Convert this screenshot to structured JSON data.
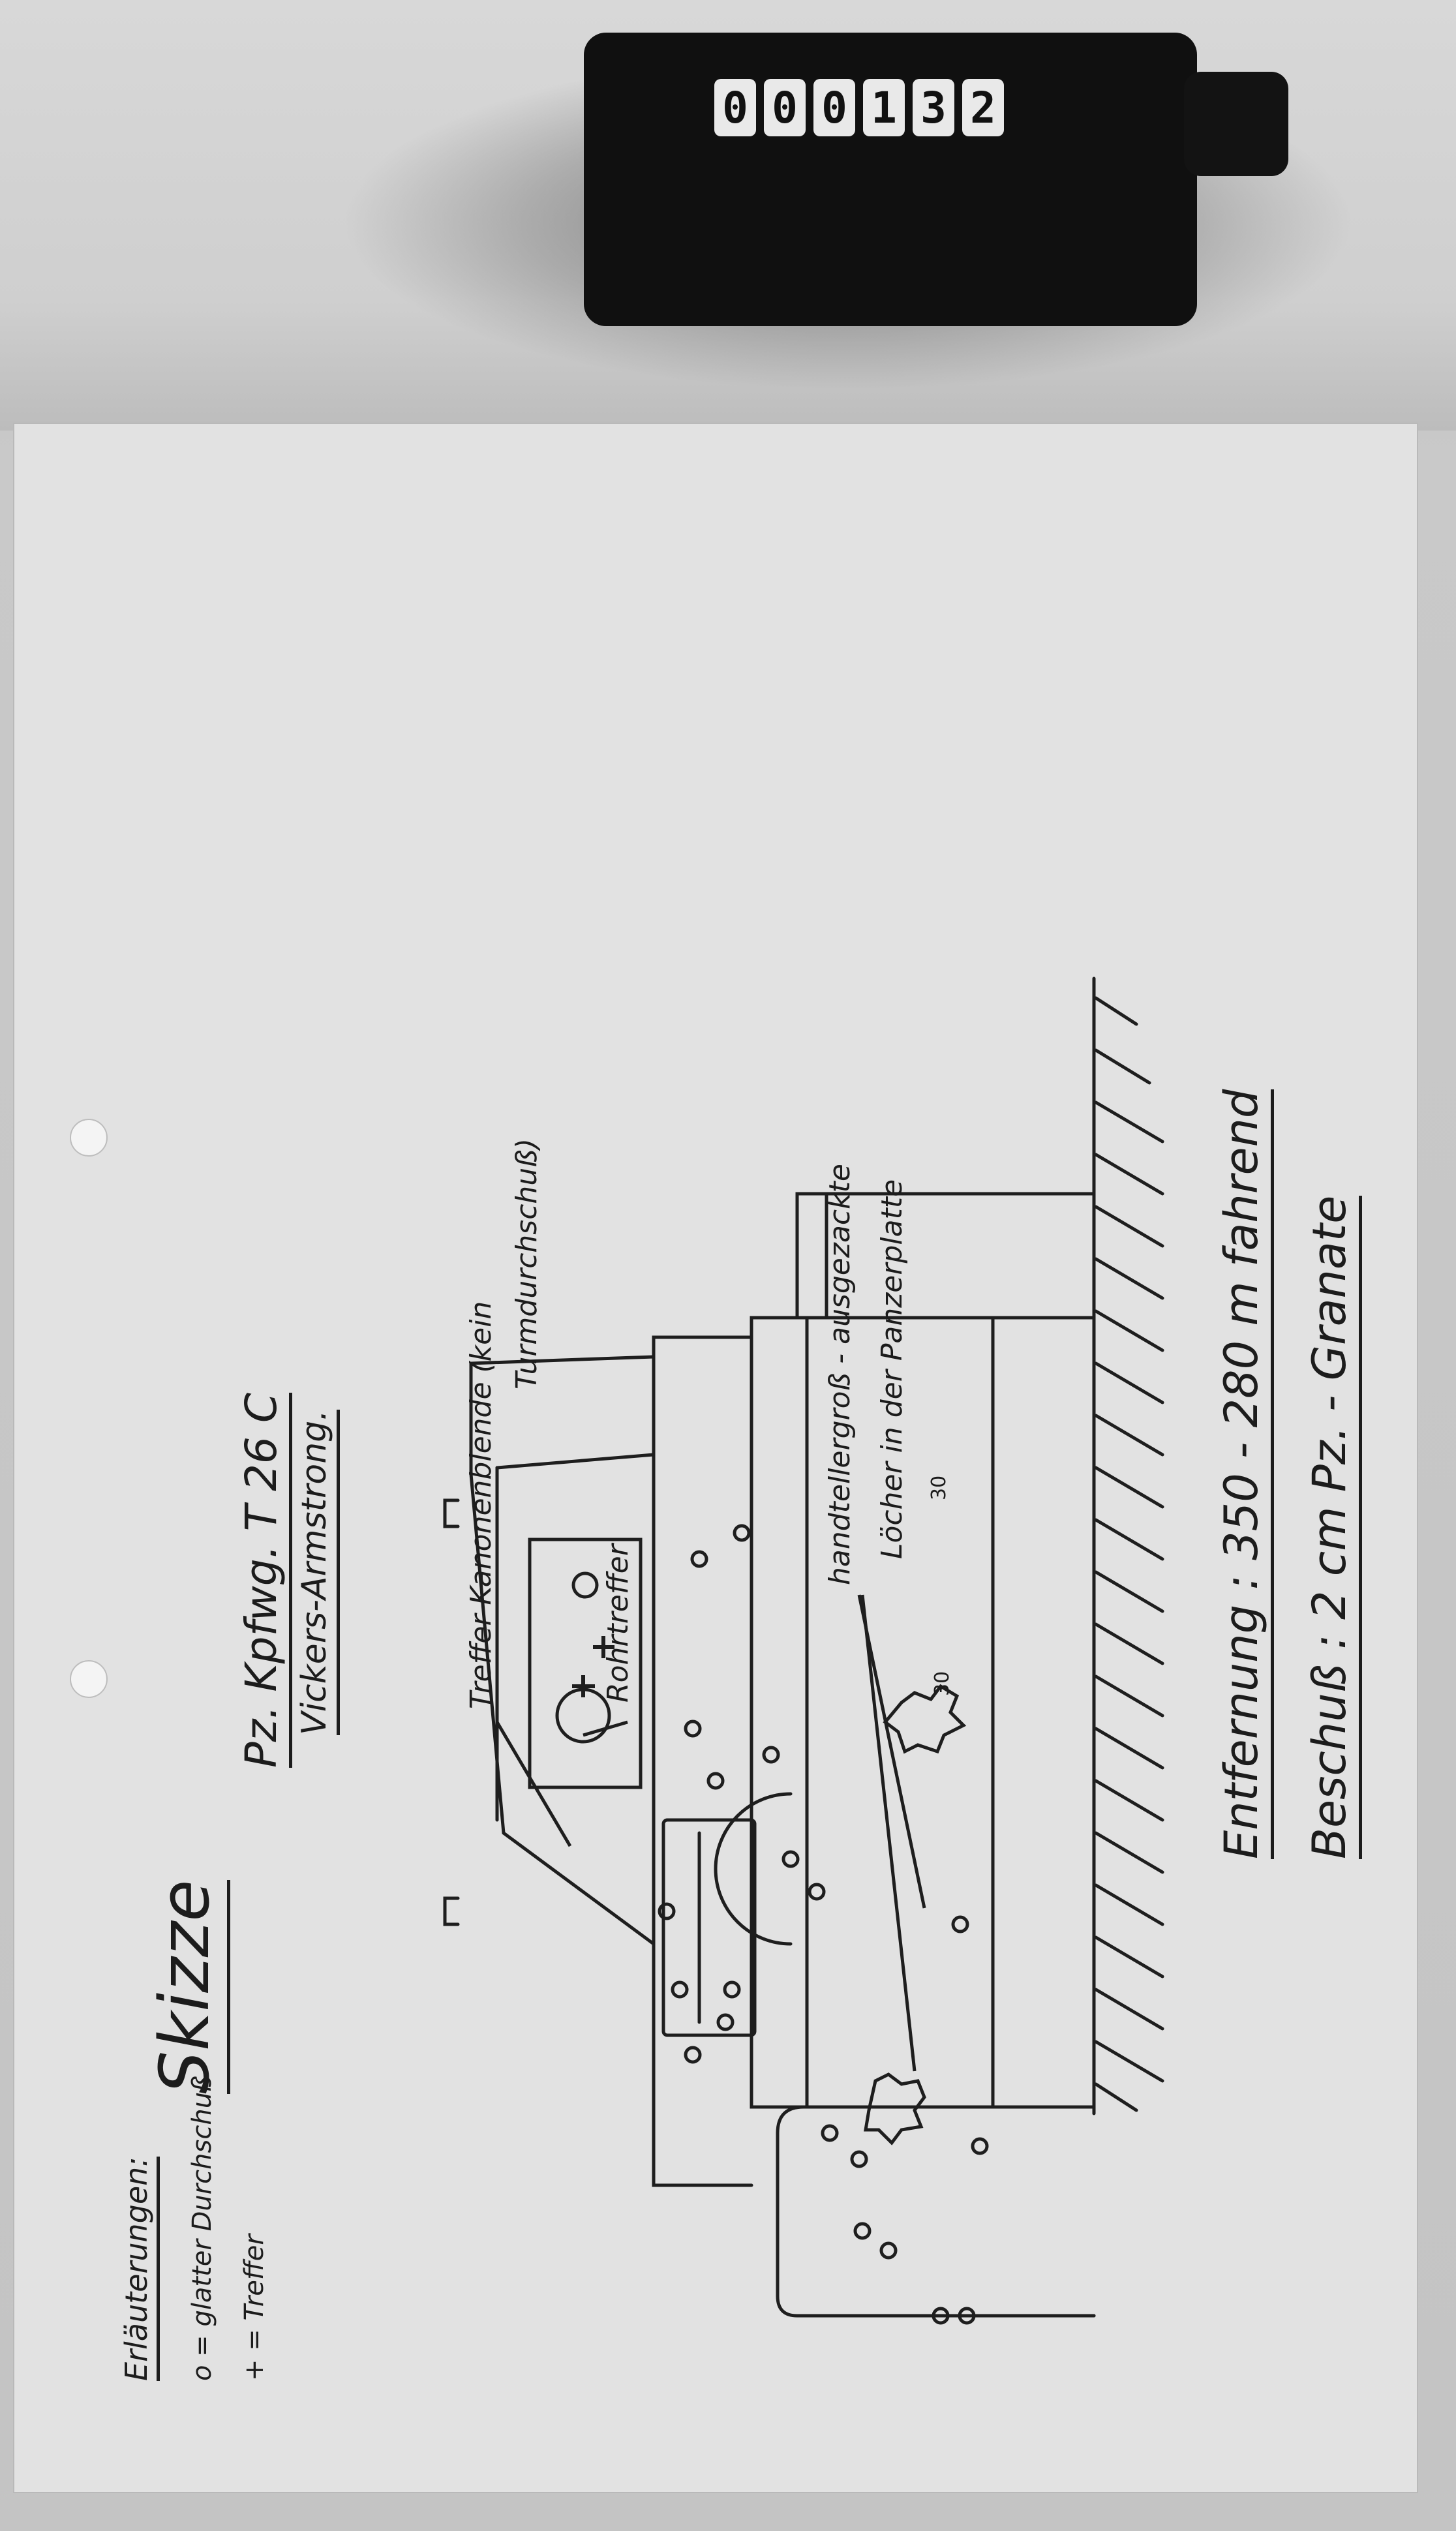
{
  "counter": {
    "digits": [
      "0",
      "0",
      "0",
      "1",
      "3",
      "2"
    ]
  },
  "sheet": {
    "title": "Skizze",
    "vehicle_line1": "Pz. Kpfwg.  T 26 C",
    "vehicle_line2": "Vickers-Armstrong.",
    "legend_heading": "Erläuterungen:",
    "legend_items": [
      "o = glatter Durchschuß",
      "+ = Treffer"
    ],
    "annotation_gun_mantlet_l1": "Treffer  Kanonenblende  (kein",
    "annotation_gun_mantlet_l2": "Turmdurchschuß)",
    "annotation_barrel": "Rohrtreffer",
    "annotation_holes_l1": "handtellergroß - ausgezackte",
    "annotation_holes_l2": "Löcher in der Panzerplatte",
    "hole_size_labels": [
      "30",
      "30"
    ],
    "range_line": "Entfernung :  350 - 280 m fahrend",
    "ammo_line": "Beschuß     :  2 cm  Pz. - Granate"
  }
}
